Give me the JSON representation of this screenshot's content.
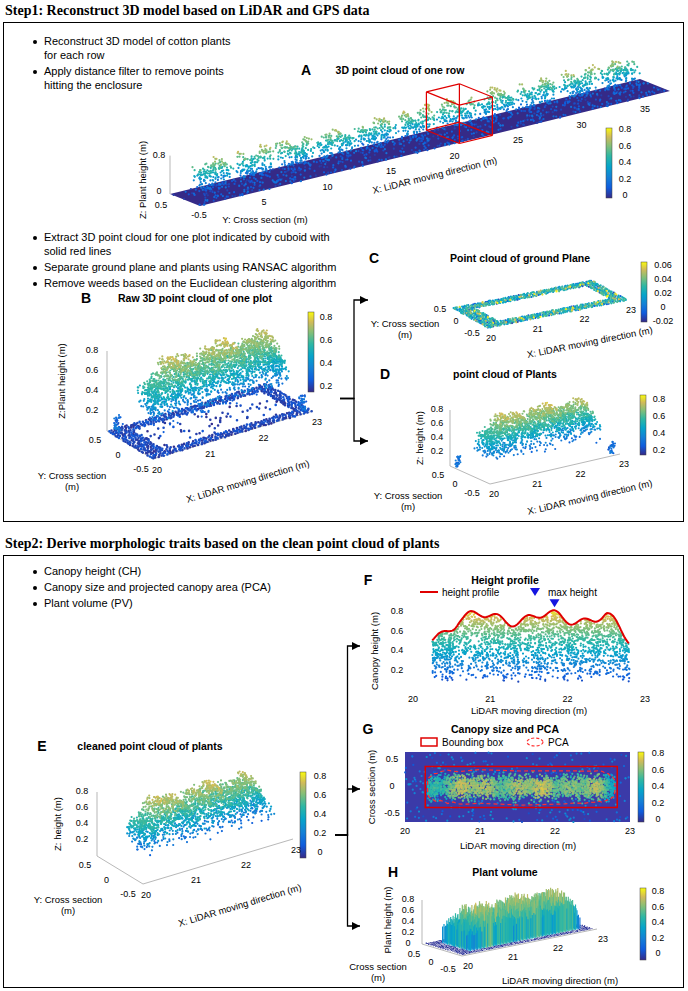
{
  "diagram": {
    "nodes": [
      {
        "text": [
          "Step1: Reconstruct 3D model based on LiDAR and GPS data"
        ]
      },
      {
        "text": [
          "A",
          "3D point cloud of one row"
        ],
        "in": 0
      },
      {
        "text": [
          "B",
          "Raw 3D point cloud of one plot"
        ],
        "in": 0
      },
      {
        "text": [
          "C",
          "Point cloud of ground Plane"
        ],
        "in": 0
      },
      {
        "text": [
          "D",
          "point cloud of Plants"
        ],
        "in": 0
      },
      {
        "text": [
          "Step2: Derive morphologic traits based on the clean point cloud of plants"
        ]
      },
      {
        "text": [
          "E",
          "cleaned point cloud of plants"
        ],
        "in": 5
      },
      {
        "text": [
          "F",
          "Height profile"
        ],
        "in": 5
      },
      {
        "text": [
          "G",
          "Canopy size and PCA"
        ],
        "in": 5
      },
      {
        "text": [
          "H",
          "Plant volume"
        ],
        "in": 5
      }
    ],
    "edges": [
      {
        "from": 2,
        "to": 3,
        "arrow": "to"
      },
      {
        "from": 2,
        "to": 4,
        "arrow": "to"
      },
      {
        "from": 6,
        "to": 7,
        "arrow": "to"
      },
      {
        "from": 6,
        "to": 8,
        "arrow": "to"
      },
      {
        "from": 6,
        "to": 9,
        "arrow": "to"
      }
    ],
    "labels": [
      "Reconstruct 3D model of cotton plants for each row",
      "Apply distance filter to remove points hitting the enclosure",
      "Extract 3D point cloud for one plot indicated by cuboid with solid red lines",
      "Separate ground plane and plants using RANSAC algorithm",
      "Remove weeds based on the Euclidean clustering algorithm",
      "5",
      "10",
      "15",
      "20",
      "25",
      "30",
      "35",
      "X: LiDAR moving direction (m)",
      "Z: Plant height (m)",
      "0.8",
      "0",
      "0.5",
      "-0.5",
      "Y: Cross section (m)",
      "0.8",
      "0.6",
      "0.4",
      "0.2",
      "0",
      "Z:Plant height (m)",
      "0.8",
      "0.6",
      "0.4",
      "0.2",
      "0.5",
      "0",
      "-0.5",
      "Y: Cross section (m)",
      "20",
      "21",
      "22",
      "23",
      "X: LiDAR moving direction (m)",
      "0.8",
      "0.6",
      "0.4",
      "0.2",
      "Y: Cross section (m)",
      "0.5",
      "0",
      "-0.5",
      "20",
      "21",
      "22",
      "23",
      "X: LiDAR moving direction (m)",
      "0.06",
      "0.04",
      "0.02",
      "0",
      "-0.02",
      "Z: height (m)",
      "0.8",
      "0.6",
      "0.4",
      "0.2",
      "0.5",
      "0",
      "-0.5",
      "Y: Cross section (m)",
      "20",
      "21",
      "22",
      "23",
      "X: LiDAR moving direction (m)",
      "0.8",
      "0.6",
      "0.4",
      "0.2",
      "Canopy height (CH)",
      "Canopy size and projected canopy area (PCA)",
      "Plant volume (PV)",
      "Z: height (m)",
      "0.8",
      "0.6",
      "0.4",
      "0.2",
      "0.5",
      "0",
      "-0.5",
      "Y: Cross section (m)",
      "20",
      "21",
      "22",
      "23",
      "X: LiDAR moving direction (m)",
      "0.8",
      "0.6",
      "0.4",
      "0.2",
      "0",
      "Canopy height (m)",
      "0.8",
      "0.6",
      "0.4",
      "0.2",
      "20",
      "21",
      "22",
      "23",
      "LiDAR moving direction (m)",
      "Cross section (m)",
      "0.5",
      "0",
      "-0.5",
      "20",
      "21",
      "22",
      "23",
      "LiDAR moving direction (m)",
      "0.8",
      "0.6",
      "0.4",
      "0.2",
      "0",
      "Plant height (m)",
      "0.8",
      "0.6",
      "0.4",
      "0.2",
      "0",
      "0.5",
      "0",
      "-0.5",
      "Cross section (m)",
      "20",
      "21",
      "22",
      "23",
      "LiDAR moving direction (m)",
      "0.8",
      "0.6",
      "0.4",
      "0.2",
      "0"
    ],
    "legend": [
      {
        "text": "height profile"
      },
      {
        "text": "max height"
      },
      {
        "text": "Bounding box"
      },
      {
        "text": "PCA"
      }
    ]
  }
}
